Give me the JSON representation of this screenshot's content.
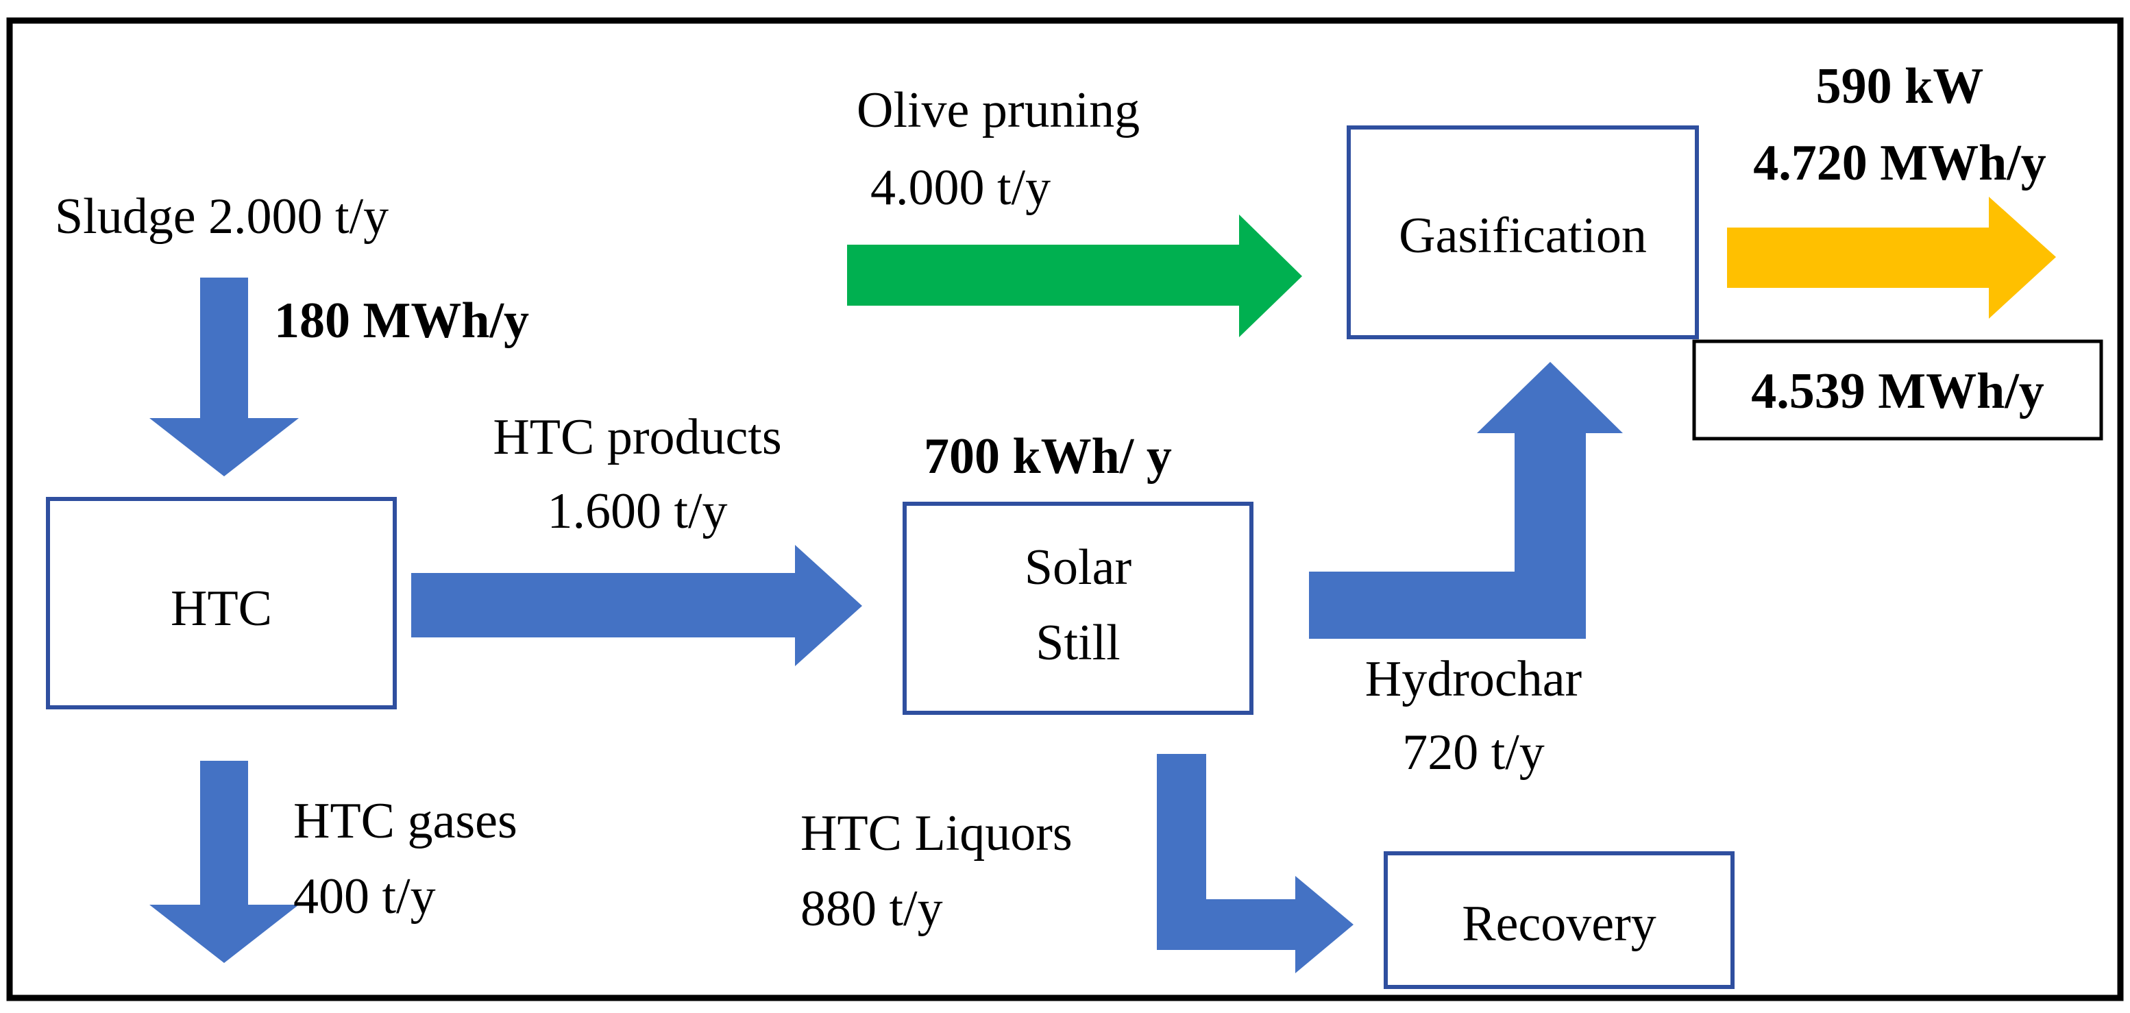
{
  "colors": {
    "flow_blue": "#4472C4",
    "box_blue": "#2F4F9F",
    "green_arrow": "#00B050",
    "yellow_arrow": "#FFC000",
    "energy_red": "#FF0000",
    "output_purple": "#7030A0",
    "recovered_green": "#00B050",
    "frame_black": "#000000"
  },
  "nodes": {
    "htc": "HTC",
    "solar_still_line1": "Solar",
    "solar_still_line2": "Still",
    "gasification": "Gasification",
    "recovery": "Recovery"
  },
  "labels": {
    "sludge": "Sludge 2.000 t/y",
    "olive_line1": "Olive pruning",
    "olive_line2": "4.000 t/y",
    "htc_products_line1": "HTC products",
    "htc_products_line2": "1.600 t/y",
    "htc_gases_line1": "HTC gases",
    "htc_gases_line2": "400 t/y",
    "hydrochar_line1": "Hydrochar",
    "hydrochar_line2": "720 t/y",
    "liquors_line1": "HTC Liquors",
    "liquors_line2": "880 t/y"
  },
  "energy": {
    "htc_input": "180 MWh/y",
    "solar_input": "700 kWh/ y",
    "output_power": "590 kW",
    "output_energy": "4.720 MWh/y",
    "recovered": "4.539 MWh/y"
  },
  "icons": [
    "arrow-down",
    "arrow-right",
    "arrow-elbow-up",
    "arrow-elbow-right"
  ]
}
